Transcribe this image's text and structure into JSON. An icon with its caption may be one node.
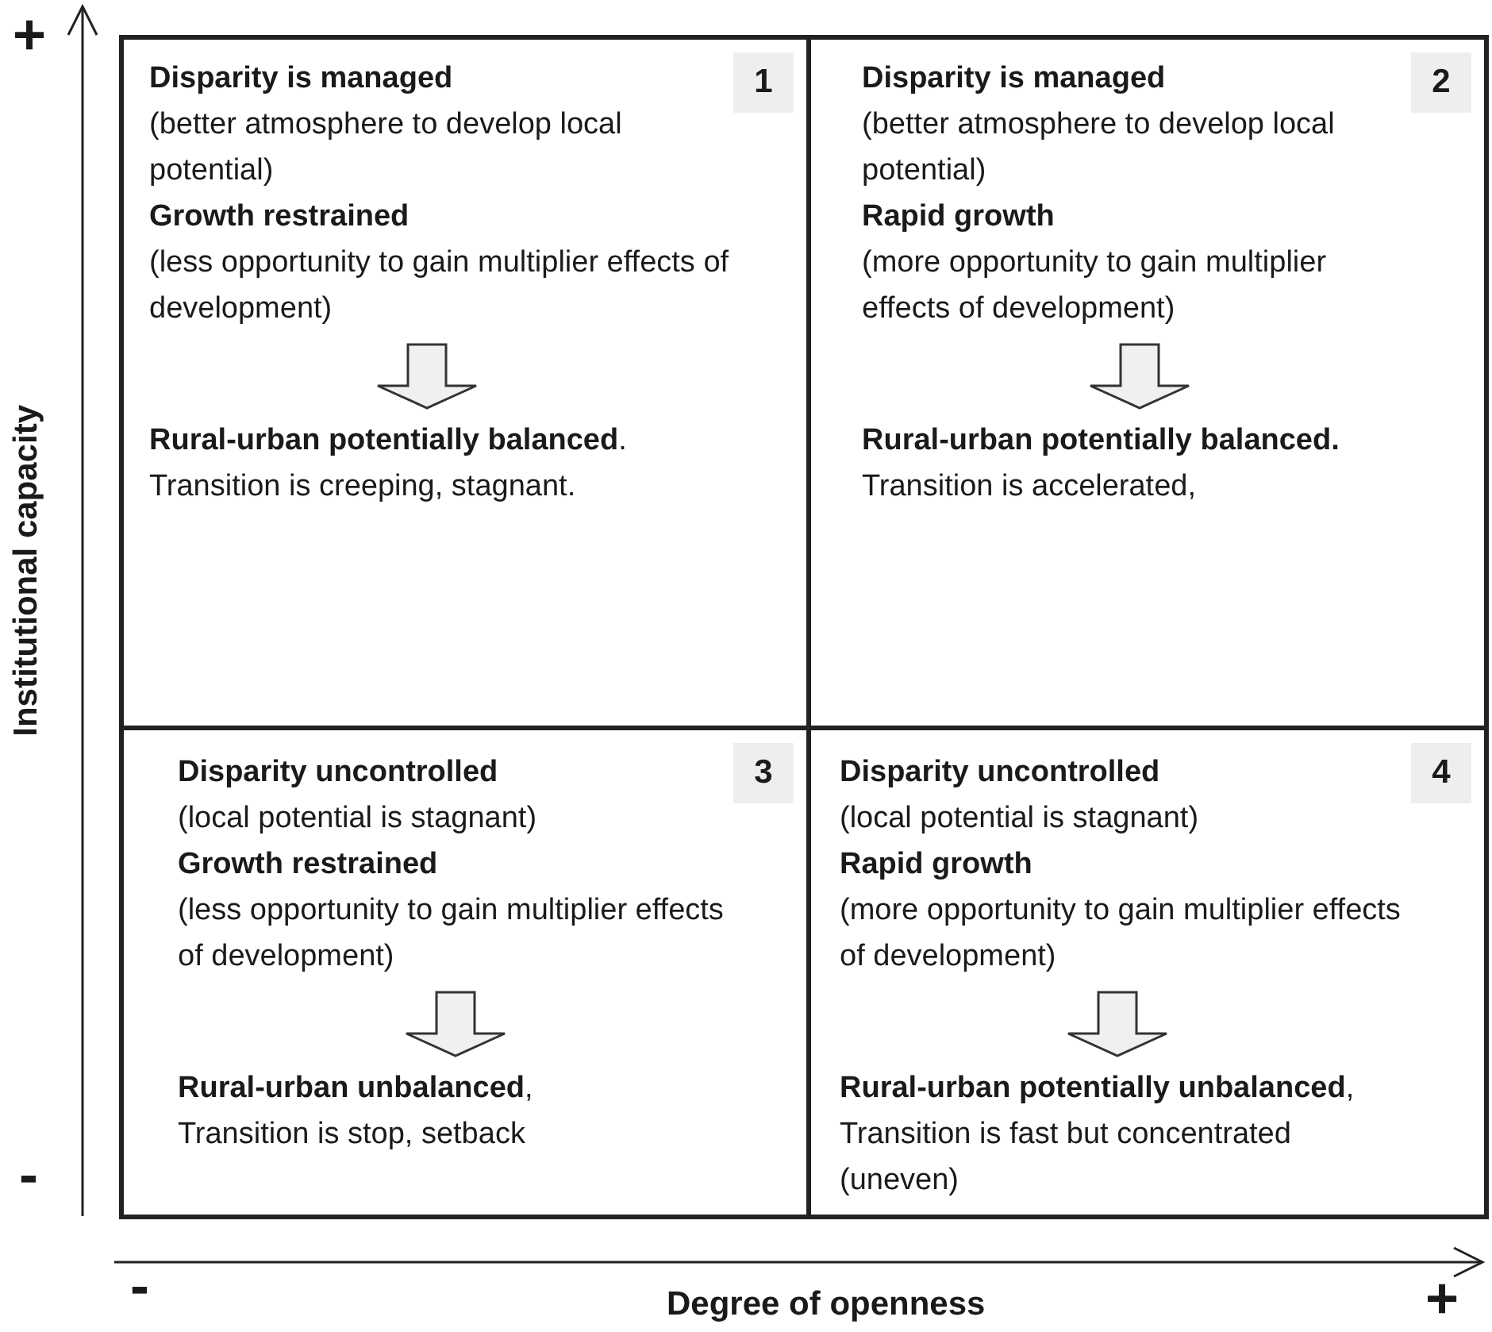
{
  "diagram": {
    "nodes": [
      {
        "text": [
          "1"
        ]
      },
      {
        "text": [
          "Disparity is managed",
          "(better atmosphere to develop local potential)",
          "Growth restrained",
          "(less opportunity to gain multiplier effects of development)"
        ],
        "in": 0
      },
      {
        "text": [
          "**Rural-urban potentially balanced**.",
          "Transition is creeping, stagnant."
        ],
        "in": 0
      },
      {
        "text": [
          "2"
        ]
      },
      {
        "text": [
          "Disparity is managed",
          "(better atmosphere to develop local potential)",
          "Rapid growth",
          "(more opportunity to gain multiplier effects of development)"
        ],
        "in": 3
      },
      {
        "text": [
          "Rural-urban potentially balanced.",
          "Transition is accelerated,"
        ],
        "in": 3
      },
      {
        "text": [
          "3"
        ]
      },
      {
        "text": [
          "Disparity uncontrolled",
          "(local potential is stagnant)",
          "Growth restrained",
          "(less opportunity to gain multiplier effects of development)"
        ],
        "in": 6
      },
      {
        "text": [
          "**Rural-urban unbalanced**,",
          "Transition is stop, setback"
        ],
        "in": 6
      },
      {
        "text": [
          "4"
        ]
      },
      {
        "text": [
          "Disparity uncontrolled",
          "(local potential is stagnant)",
          "Rapid growth",
          "(more opportunity to gain multiplier effects of development)"
        ],
        "in": 9
      },
      {
        "text": [
          "**Rural-urban potentially unbalanced**,",
          "Transition is fast but concentrated (uneven)"
        ],
        "in": 9
      }
    ],
    "edges": [
      {
        "from": 1,
        "to": 2,
        "arrow": "to"
      },
      {
        "from": 4,
        "to": 5,
        "arrow": "to"
      },
      {
        "from": 7,
        "to": 8,
        "arrow": "to"
      },
      {
        "from": 10,
        "to": 11,
        "arrow": "to"
      }
    ],
    "labels": [
      "+",
      "Institutional capacity",
      "-",
      "-",
      "Degree of openness",
      "+"
    ]
  }
}
